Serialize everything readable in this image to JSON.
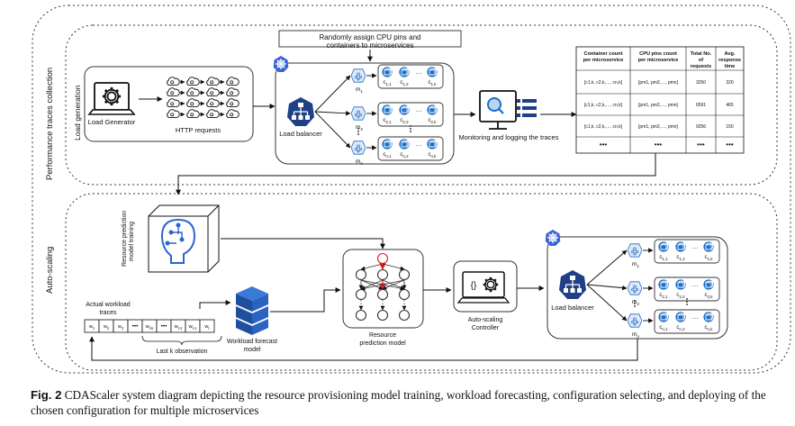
{
  "sections": {
    "perf": "Performance traces collection",
    "autoscale": "Auto-scaling",
    "loadgen": "Load generation"
  },
  "perf_section": {
    "load_generator": "Load Generator",
    "http_requests": "HTTP requests",
    "assign_box": [
      "Randomly assign CPU pins and",
      "containers to microservices"
    ],
    "load_balancer": "Load balancer",
    "monitoring": "Monitoring and logging the traces",
    "services": [
      {
        "m": "m",
        "msub": "1",
        "c": [
          {
            "b": "c",
            "s": "1,1"
          },
          {
            "b": "c",
            "s": "1,2"
          },
          {
            "b": "c",
            "s": "1,k"
          }
        ]
      },
      {
        "m": "m",
        "msub": "2",
        "c": [
          {
            "b": "c",
            "s": "2,1"
          },
          {
            "b": "c",
            "s": "2,2"
          },
          {
            "b": "c",
            "s": "2,k"
          }
        ]
      },
      {
        "m": "m",
        "msub": "n",
        "c": [
          {
            "b": "c",
            "s": "n,1"
          },
          {
            "b": "c",
            "s": "n,2"
          },
          {
            "b": "c",
            "s": "n,k"
          }
        ]
      }
    ],
    "table": {
      "headers": [
        [
          "Container count",
          "per microservice"
        ],
        [
          "CPU pins count",
          "per microservice"
        ],
        [
          "Total No.",
          "of",
          "requests"
        ],
        [
          "Avg.",
          "response",
          "time"
        ]
      ],
      "rows": [
        [
          "[c1,k, c2,k,…, cn,k]",
          "[pm1, pm2,…, pmn]",
          "3250",
          "320"
        ],
        [
          "[c1,k, c2,k,…, cn,k]",
          "[pm1, pm2,…, pmn]",
          "6591",
          "465"
        ],
        [
          "[c1,k, c2,k,…, cn,k]",
          "[pm1, pm2,…, pmn]",
          "9256",
          "150"
        ],
        [
          "•••",
          "•••",
          "•••",
          "•••"
        ]
      ]
    }
  },
  "auto_section": {
    "training": [
      "Resource prediction",
      "model training"
    ],
    "actual_traces": [
      "Actual workload",
      "traces"
    ],
    "trace_cells": [
      {
        "b": "w",
        "s": "1"
      },
      {
        "b": "w",
        "s": "2"
      },
      {
        "b": "w",
        "s": "3"
      },
      {
        "b": "•••",
        "s": ""
      },
      {
        "b": "w",
        "s": "t-k"
      },
      {
        "b": "•••",
        "s": ""
      },
      {
        "b": "w",
        "s": "t-2"
      },
      {
        "b": "w",
        "s": "t-1"
      },
      {
        "b": "w",
        "s": "t"
      }
    ],
    "last_k": "Last k observation",
    "forecast": [
      "Workload forecast",
      "model"
    ],
    "prediction": [
      "Resource",
      "prediction model"
    ],
    "controller": [
      "Auto-scaling",
      "Controller"
    ],
    "load_balancer": "Load balancer",
    "services": [
      {
        "m": "m",
        "msub": "1",
        "c": [
          {
            "b": "c",
            "s": "1,1"
          },
          {
            "b": "c",
            "s": "1,2"
          },
          {
            "b": "c",
            "s": "1,k"
          }
        ]
      },
      {
        "m": "m",
        "msub": "2",
        "c": [
          {
            "b": "c",
            "s": "2,1"
          },
          {
            "b": "c",
            "s": "2,2"
          },
          {
            "b": "c",
            "s": "2,k"
          }
        ]
      },
      {
        "m": "m",
        "msub": "n",
        "c": [
          {
            "b": "c",
            "s": "n,1"
          },
          {
            "b": "c",
            "s": "n,2"
          },
          {
            "b": "c",
            "s": "n,k"
          }
        ]
      }
    ]
  },
  "caption": {
    "label": "Fig. 2",
    "text": "CDAScaler system diagram depicting the resource provisioning model training, workload forecasting, configuration selecting, and deploying of the chosen configuration for multiple microservices"
  },
  "colors": {
    "blue": "#1a6fc9",
    "navy": "#1f3f86",
    "k8s": "#3b63d9",
    "red": "#e01b1b"
  },
  "icons": [
    "gear-icon",
    "laptop-icon",
    "cloud-icon",
    "kubernetes-icon",
    "hierarchy-icon",
    "container-icon",
    "magnifier-icon",
    "brain-icon",
    "cube-stack-icon",
    "code-icon"
  ]
}
